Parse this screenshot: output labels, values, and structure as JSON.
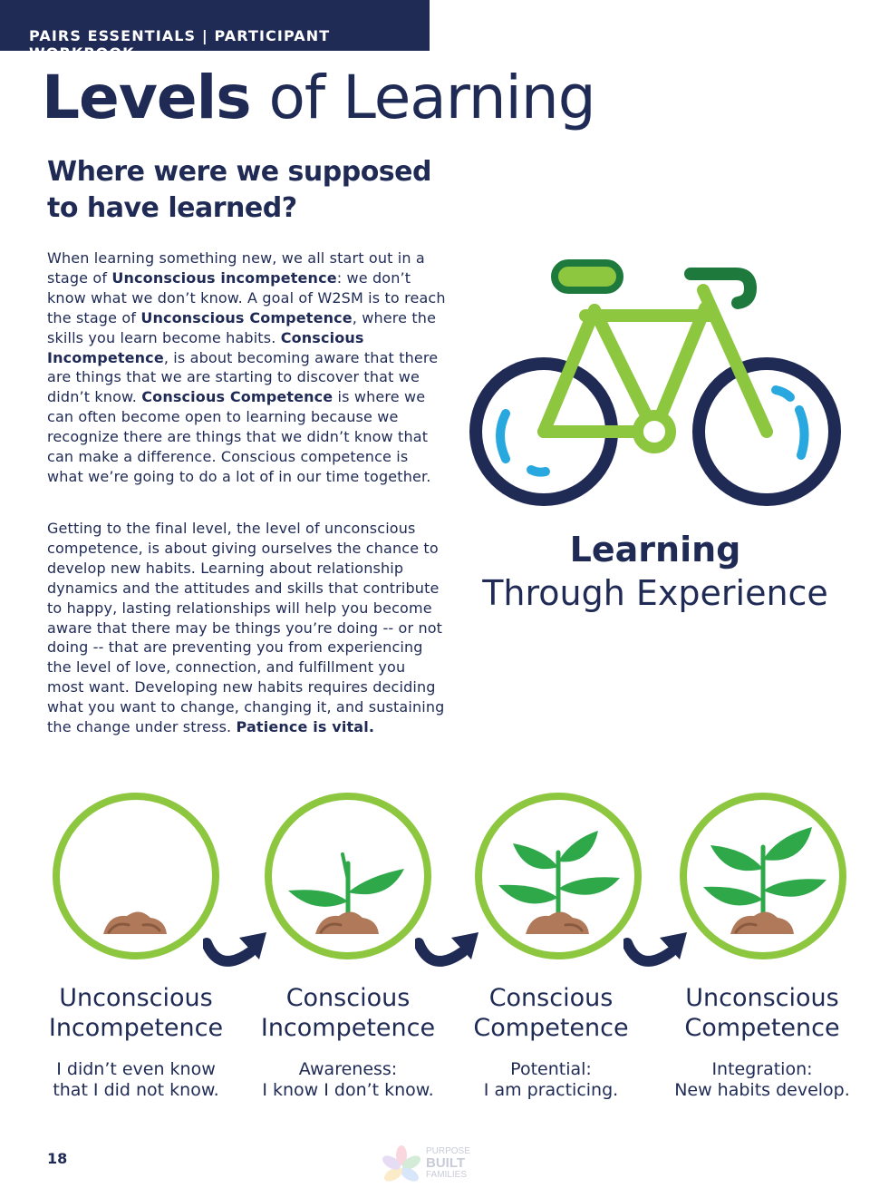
{
  "header": {
    "label": "PAIRS ESSENTIALS | PARTICIPANT WORKBOOK"
  },
  "title": {
    "bold": "Levels",
    "light": " of Learning"
  },
  "subheading": {
    "line1": "Where were we supposed",
    "line2": "to have learned?"
  },
  "paragraph1": {
    "t1": "When learning something new, we all start out in a stage of ",
    "b1": "Unconscious incompetence",
    "t2": ": we don’t know what we don’t know. A goal of W2SM is to reach the stage of ",
    "b2": "Unconscious Competence",
    "t3": ", where the skills you learn become habits. ",
    "b3": "Conscious Incompetence",
    "t4": ", is about becoming aware that there are things that we are starting to discover that we didn’t know. ",
    "b4": "Conscious Competence",
    "t5": " is where we can often become open to learning because we recognize there are things that we didn’t know that can make a difference. Conscious competence is what we’re going to do a lot of in our time together."
  },
  "paragraph2": {
    "t1": "Getting to the final level, the level of unconscious competence, is about giving ourselves the chance to develop new habits. Learning about relationship dynamics and the attitudes and skills that contribute to happy, lasting relationships will help you become aware that there may be things you’re doing -- or not doing -- that are preventing you from experiencing the level of love, connection, and fulfillment you most want. Developing new habits requires deciding what you want to change, changing it, and sustaining the change under stress. ",
    "b1": "Patience is vital."
  },
  "side_caption": {
    "line1": "Learning",
    "line2": "Through Experience"
  },
  "stages": [
    {
      "label1": "Unconscious",
      "label2": "Incompetence",
      "desc1": "I didn’t even know",
      "desc2": "that I did not know."
    },
    {
      "label1": "Conscious",
      "label2": "Incompetence",
      "desc1": "Awareness:",
      "desc2": "I know I don’t know."
    },
    {
      "label1": "Conscious",
      "label2": "Competence",
      "desc1": "Potential:",
      "desc2": "I am practicing."
    },
    {
      "label1": "Unconscious",
      "label2": "Competence",
      "desc1": "Integration:",
      "desc2": "New habits develop."
    }
  ],
  "footer": {
    "page_number": "18",
    "logo_line1": "PURPOSE",
    "logo_line2": "BUILT",
    "logo_line3": "FAMILIES"
  },
  "colors": {
    "navy": "#1f2a55",
    "lime_green": "#8dc63f",
    "dark_green": "#1e7a3c",
    "leaf_green": "#2fa84a",
    "sky_blue": "#29a8e0",
    "soil_brown": "#b07a5a"
  },
  "icons": [
    "bicycle-icon",
    "soil-mound-icon",
    "sprout-icon",
    "curved-arrow-icon",
    "purpose-built-families-logo"
  ]
}
